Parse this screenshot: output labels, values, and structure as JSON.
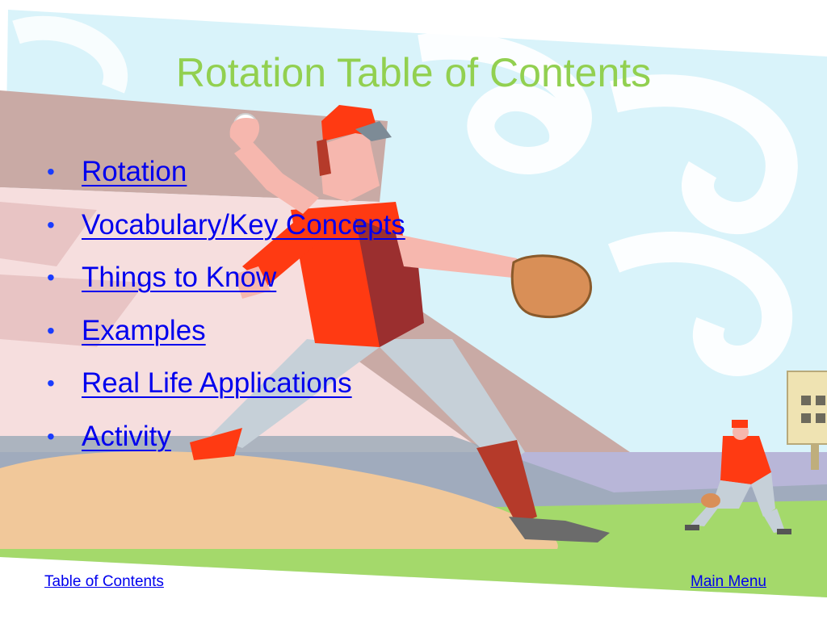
{
  "slide": {
    "title": "Rotation Table of Contents",
    "bullet_glyph": "•",
    "items": [
      {
        "label": "Rotation"
      },
      {
        "label": "Vocabulary/Key Concepts"
      },
      {
        "label": "Things to Know"
      },
      {
        "label": "Examples"
      },
      {
        "label": "Real Life Applications"
      },
      {
        "label": "Activity"
      }
    ]
  },
  "footer": {
    "left_link": "Table of Contents",
    "right_link": "Main Menu"
  },
  "colors": {
    "title": "#92d050",
    "link": "#0000ee",
    "bullet": "#1a3cff",
    "sky": "#cdeef7",
    "grass": "#9fd66a",
    "stands": "#c7a8a2",
    "jersey": "#ff3a12"
  },
  "background_art": "baseball-pitcher-clipart"
}
